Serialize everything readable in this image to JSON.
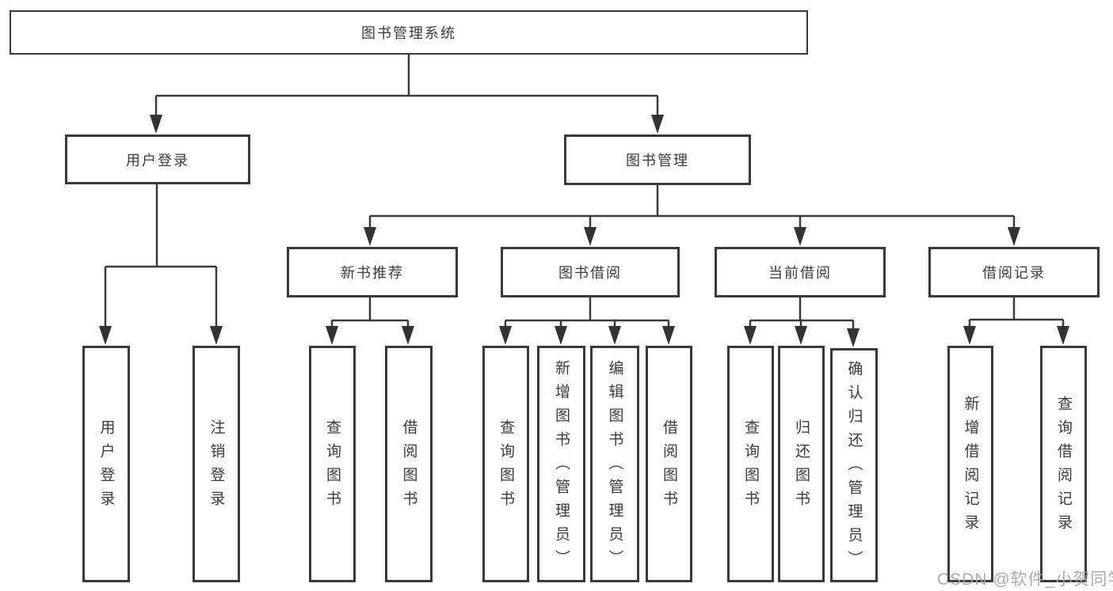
{
  "colors": {
    "line": "#3a3a3a",
    "box_border": "#3a3a3a",
    "text": "#3c3c3c",
    "background": "#ffffff",
    "watermark": "#a5a5a5"
  },
  "watermark": {
    "text": "CSDN @软件_小贺同学"
  },
  "tree": {
    "root": {
      "label": "图书管理系统"
    },
    "level2": [
      {
        "label": "用户登录"
      },
      {
        "label": "图书管理"
      }
    ],
    "level3": [
      {
        "label": "新书推荐"
      },
      {
        "label": "图书借阅"
      },
      {
        "label": "当前借阅"
      },
      {
        "label": "借阅记录"
      }
    ],
    "leaves": {
      "user_login": [
        {
          "label": "用户登录"
        },
        {
          "label": "注销登录"
        }
      ],
      "new_book_rec": [
        {
          "label": "查询图书"
        },
        {
          "label": "借阅图书"
        }
      ],
      "book_borrow": [
        {
          "label": "查询图书"
        },
        {
          "label": "新增图书（管理员）"
        },
        {
          "label": "编辑图书（管理员）"
        },
        {
          "label": "借阅图书"
        }
      ],
      "current_borrow": [
        {
          "label": "查询图书"
        },
        {
          "label": "归还图书"
        },
        {
          "label": "确认归还（管理员）"
        }
      ],
      "borrow_record": [
        {
          "label": "新增借阅记录"
        },
        {
          "label": "查询借阅记录"
        }
      ]
    }
  }
}
